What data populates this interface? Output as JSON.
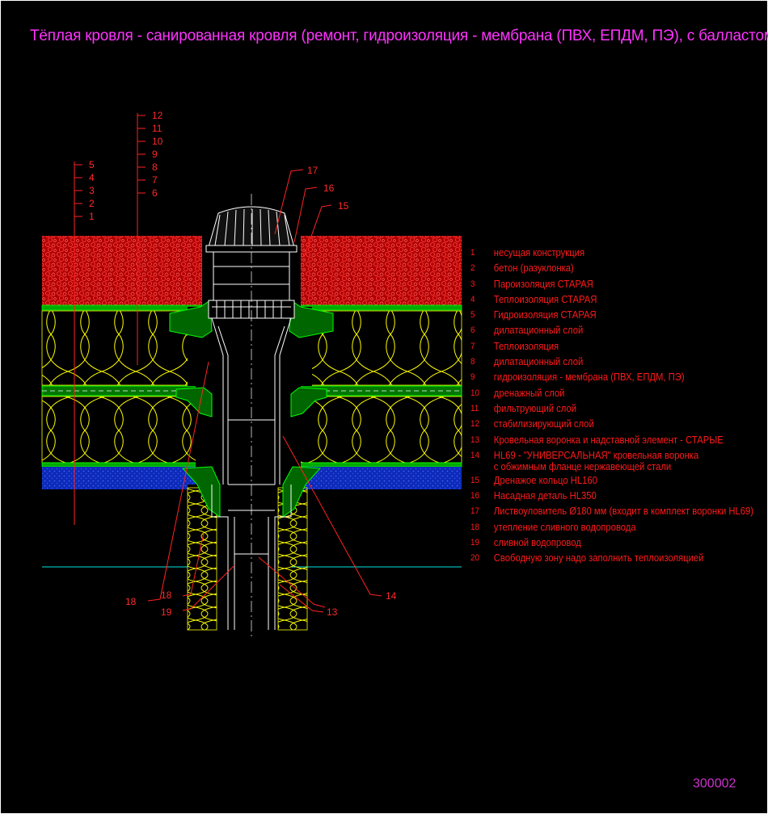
{
  "title": "Тёплая кровля - санированная кровля (ремонт, гидроизоляция - мембрана (ПВХ, ЕПДМ, ПЭ), с балластом",
  "stamp": "300002",
  "colors": {
    "background": "#000000",
    "title": "#ff33ff",
    "legend_text": "#ff1a1a",
    "gravel": "#c40000",
    "gravel_dots": "#ff5555",
    "insulation_outline": "#ffff00",
    "membrane": "#00ff00",
    "concrete": "#1a3cff",
    "pipe": "#ffffff",
    "leader_lines": "#ff2222",
    "base_line": "#00ffff"
  },
  "callouts_left_lower": [
    "5",
    "4",
    "3",
    "2",
    "1"
  ],
  "callouts_left_upper": [
    "12",
    "11",
    "10",
    "9",
    "8",
    "7",
    "6"
  ],
  "callouts_top_right": [
    "17",
    "16",
    "15"
  ],
  "callouts_bottom": [
    "18",
    "18",
    "19",
    "13",
    "14"
  ],
  "legend": [
    {
      "num": "1",
      "text": "несущая конструкция"
    },
    {
      "num": "2",
      "text": "бетон (разуклонка)"
    },
    {
      "num": "3",
      "text": "Пароизоляция СТАРАЯ"
    },
    {
      "num": "4",
      "text": "Теплоизоляция СТАРАЯ"
    },
    {
      "num": "5",
      "text": "Гидроизоляция СТАРАЯ"
    },
    {
      "num": "6",
      "text": "дилатационный слой"
    },
    {
      "num": "7",
      "text": "Теплоизоляция"
    },
    {
      "num": "8",
      "text": "дилатационный слой"
    },
    {
      "num": "9",
      "text": "гидроизоляция - мембрана (ПВХ, ЕПДМ, ПЭ)"
    },
    {
      "num": "10",
      "text": "дренажный слой"
    },
    {
      "num": "11",
      "text": "фильтрующий слой"
    },
    {
      "num": "12",
      "text": "стабилизирующий слой"
    },
    {
      "num": "13",
      "text": "Кровельная воронка и надставной элемент - СТАРЫЕ"
    },
    {
      "num": "14",
      "text": "HL69 - \"УНИВЕРСАЛЬНАЯ\" кровельная воронка\nс обжимным фланце нержавеющей стали"
    },
    {
      "num": "15",
      "text": "Дренажое кольцо HL160"
    },
    {
      "num": "16",
      "text": "Насадная деталь HL350"
    },
    {
      "num": "17",
      "text": "Листвоуловитель Ø180 мм (входит в комплект воронки HL69)"
    },
    {
      "num": "18",
      "text": "утепление сливного водопровода"
    },
    {
      "num": "19",
      "text": "сливной водопровод"
    },
    {
      "num": "20",
      "text": "Свободную зону надо заполнить теплоизоляцией"
    }
  ]
}
